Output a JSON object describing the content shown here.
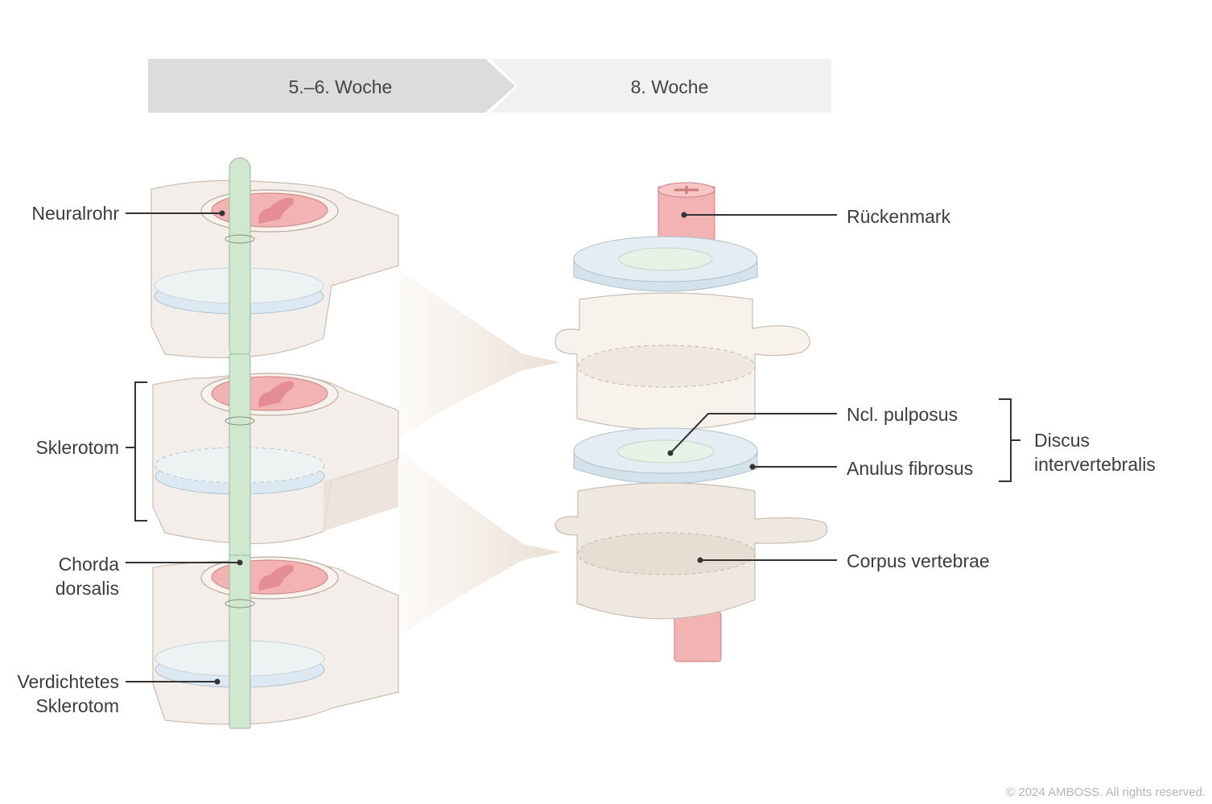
{
  "stages": {
    "early": "5.–6. Woche",
    "late": "8. Woche"
  },
  "labels": {
    "neuralrohr": "Neuralrohr",
    "sklerotom": "Sklerotom",
    "chorda_line1": "Chorda",
    "chorda_line2": "dorsalis",
    "verdichtetes_line1": "Verdichtetes",
    "verdichtetes_line2": "Sklerotom",
    "rueckenmark": "Rückenmark",
    "ncl_pulposus": "Ncl. pulposus",
    "anulus_fibrosus": "Anulus fibrosus",
    "discus_line1": "Discus",
    "discus_line2": "intervertebralis",
    "corpus_vertebrae": "Corpus vertebrae"
  },
  "copyright": "© 2024 AMBOSS. All rights reserved.",
  "colors": {
    "stage_dark": "#dcdcdc",
    "stage_light": "#f1f1f2",
    "sclerotome": "#efe8e1",
    "spinal_cord": "#f3b3b3",
    "notochord": "#cfe8cf",
    "disc": "#dde9f2",
    "vertebra": "#f7f2ec",
    "leader": "#333333"
  }
}
